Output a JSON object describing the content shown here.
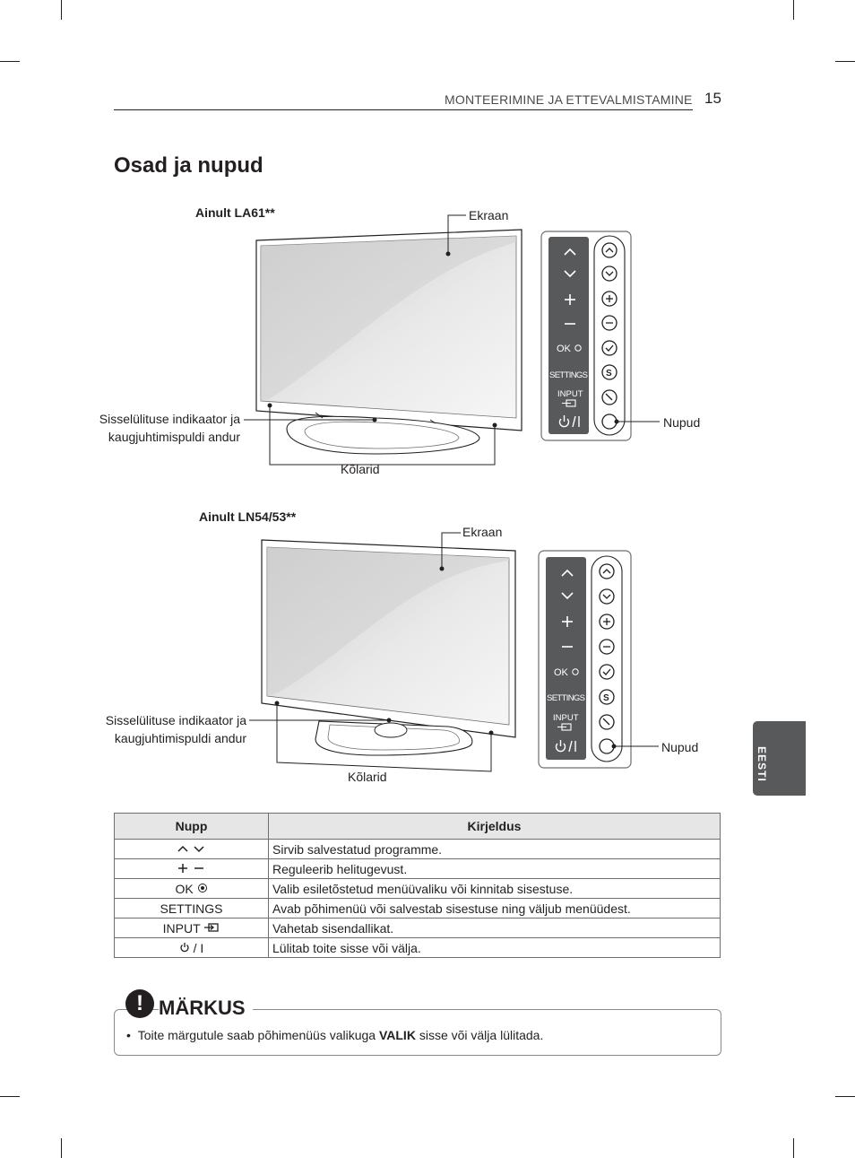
{
  "header": {
    "section_title": "MONTEERIMINE JA ETTEVALMISTAMINE",
    "page_number": "15"
  },
  "page_title": "Osad ja nupud",
  "diagram1": {
    "model_label": "Ainult LA61**",
    "screen_label": "Ekraan",
    "indicator_label_line1": "Sisselülituse indikaator ja",
    "indicator_label_line2": "kaugjuhtimispuldi andur",
    "speakers_label": "Kõlarid",
    "buttons_label": "Nupud"
  },
  "diagram2": {
    "model_label": "Ainult LN54/53**",
    "screen_label": "Ekraan",
    "indicator_label_line1": "Sisselülituse indikaator ja",
    "indicator_label_line2": "kaugjuhtimispuldi andur",
    "speakers_label": "Kõlarid",
    "buttons_label": "Nupud"
  },
  "panel": {
    "ok_label": "OK",
    "settings_label": "SETTINGS",
    "input_label": "INPUT"
  },
  "table": {
    "headers": [
      "Nupp",
      "Kirjeldus"
    ],
    "rows": [
      {
        "button": "",
        "description": "Sirvib salvestatud programme."
      },
      {
        "button": "",
        "description": "Reguleerib helitugevust."
      },
      {
        "button": "OK",
        "description": "Valib esiletõstetud menüüvaliku või kinnitab sisestuse."
      },
      {
        "button": "SETTINGS",
        "description": "Avab põhimenüü või salvestab sisestuse ning väljub menüüdest."
      },
      {
        "button": "INPUT",
        "description": "Vahetab sisendallikat."
      },
      {
        "button": "/ I",
        "description": "Lülitab toite sisse või välja."
      }
    ]
  },
  "note": {
    "title": "MÄRKUS",
    "text_before": "Toite märgutule saab põhimenüüs valikuga ",
    "text_bold": "VALIK",
    "text_after": " sisse või välja lülitada."
  },
  "side_tab": {
    "language": "EESTI"
  },
  "icons": [
    "up-arrow-icon",
    "down-arrow-icon",
    "plus-icon",
    "minus-icon",
    "ok-icon",
    "settings-icon",
    "input-icon",
    "power-icon",
    "warning-icon"
  ],
  "colors": {
    "text": "#231f20",
    "panel_dark": "#58595b",
    "table_header_bg": "#e6e6e6",
    "side_tab": "#58595b"
  }
}
